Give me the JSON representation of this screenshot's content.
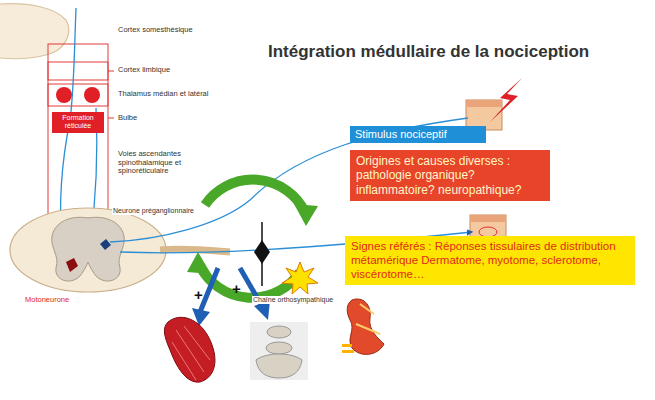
{
  "diagram": {
    "title": "Intégration médullaire de la nociception",
    "nodes": [
      {
        "text": [
          "Formation réticulée"
        ]
      },
      {
        "text": [
          "Stimulus nociceptif"
        ]
      },
      {
        "text": [
          "Origines et causes diverses : pathologie organique? inflammatoire? neuropathique?"
        ]
      },
      {
        "text": [
          "Signes référés : Réponses tissulaires de distribution métamérique Dermatome, myotome, sclerotome, viscérotome…"
        ]
      }
    ],
    "labels": [
      "Cortex somesthésique",
      "Cortex limbique",
      "Thalamus médian et latéral",
      "Bulbe",
      "Voies ascendantes spinothalamique et spinoréticulaire",
      "Neurone préganglionnaire",
      "Motoneurone",
      "Chaîne orthosympathique",
      "+",
      "+"
    ]
  }
}
